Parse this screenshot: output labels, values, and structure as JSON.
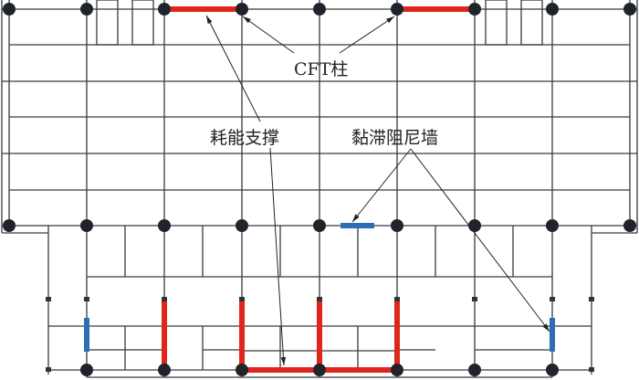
{
  "labels": {
    "cft_column": "CFT柱",
    "energy_brace": "耗能支撑",
    "viscous_damper_wall": "黏滞阻尼墙"
  },
  "colors": {
    "brace": "#e0251b",
    "damper_wall": "#2e6db4",
    "column": "#1f242c"
  }
}
